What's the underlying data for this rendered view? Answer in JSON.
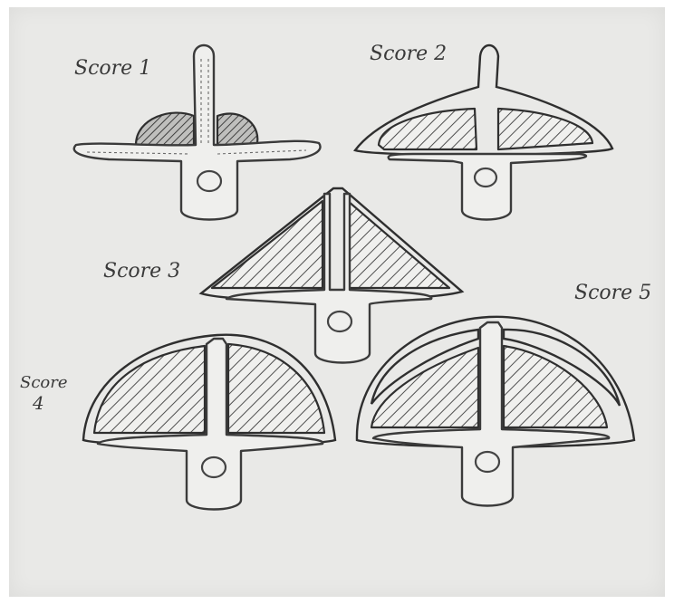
{
  "labels": {
    "score1": "Score 1",
    "score2": "Score 2",
    "score3": "Score 3",
    "score4_line1": "Score",
    "score4_line2": "4",
    "score5": "Score 5"
  },
  "colors": {
    "paper": "#e9e9e7",
    "ink": "#2f2f2f",
    "hatch": "#5a5a5a",
    "bone_fill": "#efefed"
  }
}
